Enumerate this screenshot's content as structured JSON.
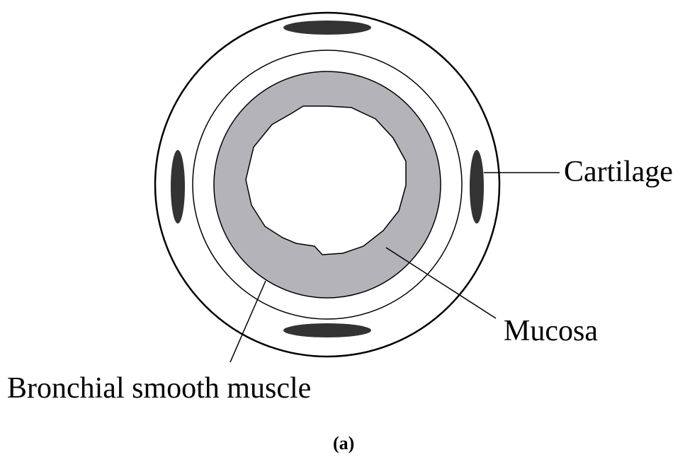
{
  "labels": {
    "cartilage": "Cartilage",
    "mucosa": "Mucosa",
    "bronchial_smooth_muscle": "Bronchial smooth muscle",
    "caption": "(a)"
  },
  "colors": {
    "outline": "#000000",
    "smooth_muscle_fill": "#b3b3b9",
    "cartilage_fill": "#333333",
    "background": "#ffffff"
  }
}
